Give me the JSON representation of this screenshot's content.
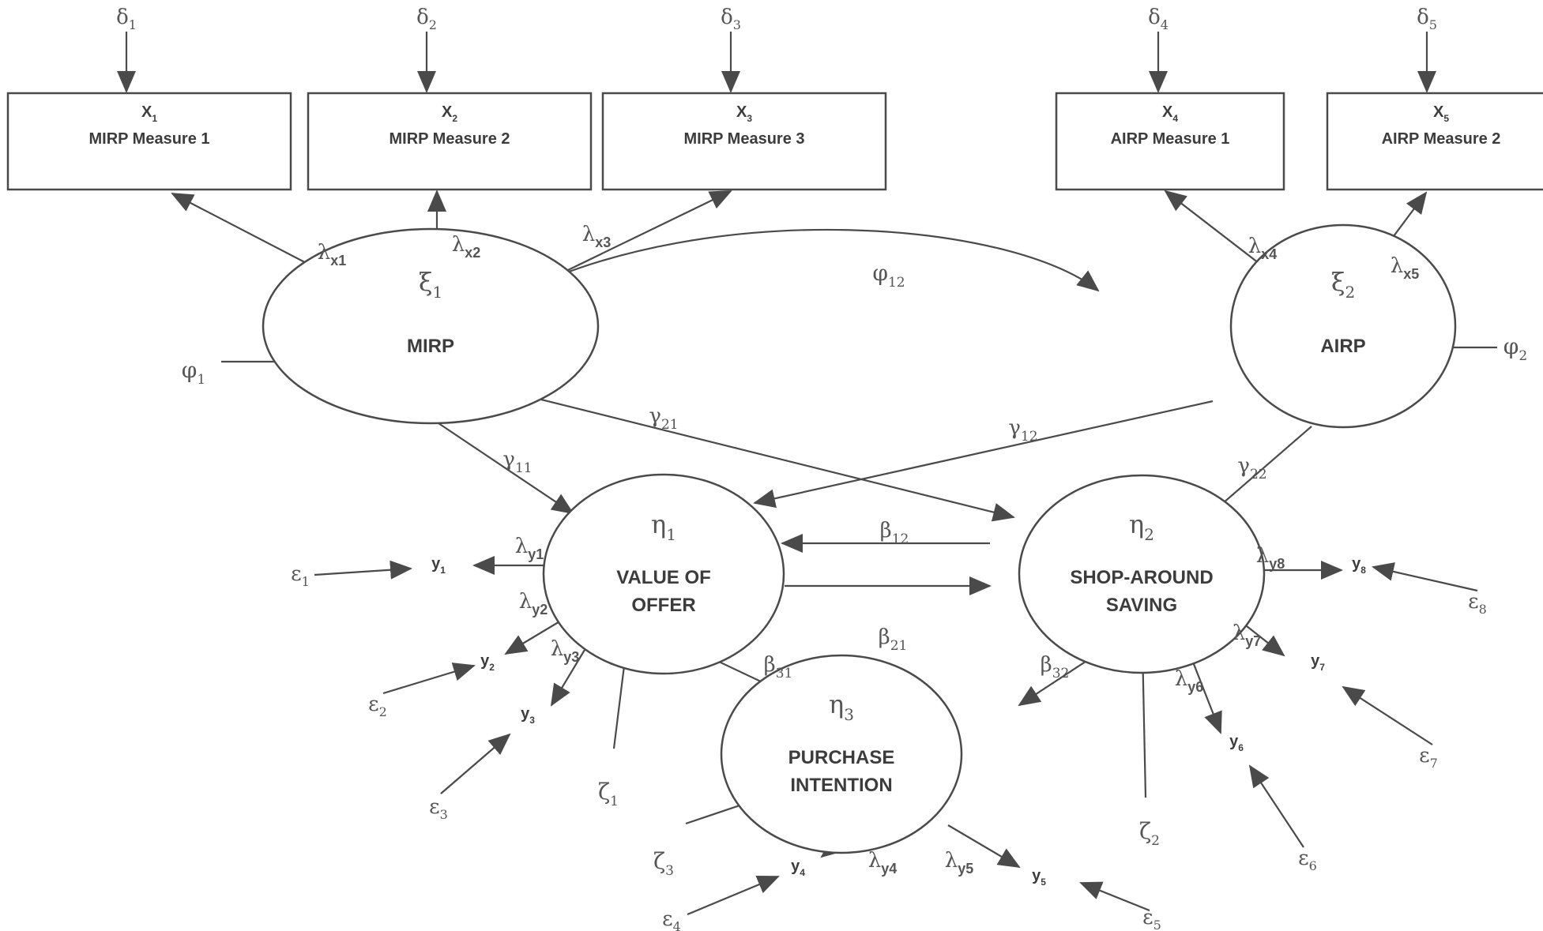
{
  "diagram": {
    "type": "structural-equation-model",
    "colors": {
      "stroke": "#4a4a4a",
      "text": "#3c3c3c",
      "greek": "#555555",
      "background": "#ffffff"
    },
    "measures_x": [
      {
        "id": "x1",
        "var": "X",
        "sub": "1",
        "label": "MIRP Measure 1",
        "error": {
          "sym": "δ",
          "sub": "1"
        }
      },
      {
        "id": "x2",
        "var": "X",
        "sub": "2",
        "label": "MIRP Measure 2",
        "error": {
          "sym": "δ",
          "sub": "2"
        }
      },
      {
        "id": "x3",
        "var": "X",
        "sub": "3",
        "label": "MIRP Measure 3",
        "error": {
          "sym": "δ",
          "sub": "3"
        }
      },
      {
        "id": "x4",
        "var": "X",
        "sub": "4",
        "label": "AIRP Measure 1",
        "error": {
          "sym": "δ",
          "sub": "4"
        }
      },
      {
        "id": "x5",
        "var": "X",
        "sub": "5",
        "label": "AIRP Measure 2",
        "error": {
          "sym": "δ",
          "sub": "5"
        }
      }
    ],
    "latents": [
      {
        "id": "xi1",
        "sym": "ξ",
        "sub": "1",
        "lines": [
          "MIRP"
        ],
        "disturbance": {
          "sym": "φ",
          "sub": "1"
        }
      },
      {
        "id": "xi2",
        "sym": "ξ",
        "sub": "2",
        "lines": [
          "AIRP"
        ],
        "disturbance": {
          "sym": "φ",
          "sub": "2"
        }
      },
      {
        "id": "eta1",
        "sym": "η",
        "sub": "1",
        "lines": [
          "VALUE OF",
          "OFFER"
        ],
        "disturbance": {
          "sym": "ζ",
          "sub": "1"
        }
      },
      {
        "id": "eta2",
        "sym": "η",
        "sub": "2",
        "lines": [
          "SHOP-AROUND",
          "SAVING"
        ],
        "disturbance": {
          "sym": "ζ",
          "sub": "2"
        }
      },
      {
        "id": "eta3",
        "sym": "η",
        "sub": "3",
        "lines": [
          "PURCHASE",
          "INTENTION"
        ],
        "disturbance": {
          "sym": "ζ",
          "sub": "3"
        }
      }
    ],
    "indicators_y": [
      {
        "id": "y1",
        "var": "y",
        "sub": "1",
        "error": {
          "sym": "ε",
          "sub": "1"
        }
      },
      {
        "id": "y2",
        "var": "y",
        "sub": "2",
        "error": {
          "sym": "ε",
          "sub": "2"
        }
      },
      {
        "id": "y3",
        "var": "y",
        "sub": "3",
        "error": {
          "sym": "ε",
          "sub": "3"
        }
      },
      {
        "id": "y4",
        "var": "y",
        "sub": "4",
        "error": {
          "sym": "ε",
          "sub": "4"
        }
      },
      {
        "id": "y5",
        "var": "y",
        "sub": "5",
        "error": {
          "sym": "ε",
          "sub": "5"
        }
      },
      {
        "id": "y6",
        "var": "y",
        "sub": "6",
        "error": {
          "sym": "ε",
          "sub": "6"
        }
      },
      {
        "id": "y7",
        "var": "y",
        "sub": "7",
        "error": {
          "sym": "ε",
          "sub": "7"
        }
      },
      {
        "id": "y8",
        "var": "y",
        "sub": "8",
        "error": {
          "sym": "ε",
          "sub": "8"
        }
      }
    ],
    "paths": [
      {
        "from": "xi1",
        "to": "x1",
        "sym": "λ",
        "sub": "x1"
      },
      {
        "from": "xi1",
        "to": "x2",
        "sym": "λ",
        "sub": "x2"
      },
      {
        "from": "xi1",
        "to": "x3",
        "sym": "λ",
        "sub": "x3"
      },
      {
        "from": "xi2",
        "to": "x4",
        "sym": "λ",
        "sub": "x4"
      },
      {
        "from": "xi2",
        "to": "x5",
        "sym": "λ",
        "sub": "x5"
      },
      {
        "from": "xi1",
        "to": "xi2",
        "sym": "φ",
        "sub": "12",
        "kind": "covariance"
      },
      {
        "from": "xi1",
        "to": "eta1",
        "sym": "γ",
        "sub": "11"
      },
      {
        "from": "xi1",
        "to": "eta2",
        "sym": "γ",
        "sub": "21"
      },
      {
        "from": "xi2",
        "to": "eta1",
        "sym": "γ",
        "sub": "12"
      },
      {
        "from": "xi2",
        "to": "eta2",
        "sym": "γ",
        "sub": "22"
      },
      {
        "from": "eta2",
        "to": "eta1",
        "sym": "β",
        "sub": "12"
      },
      {
        "from": "eta1",
        "to": "eta2",
        "sym": "β",
        "sub": "21"
      },
      {
        "from": "eta1",
        "to": "eta3",
        "sym": "β",
        "sub": "31"
      },
      {
        "from": "eta2",
        "to": "eta3",
        "sym": "β",
        "sub": "32"
      },
      {
        "from": "eta1",
        "to": "y1",
        "sym": "λ",
        "sub": "y1"
      },
      {
        "from": "eta1",
        "to": "y2",
        "sym": "λ",
        "sub": "y2"
      },
      {
        "from": "eta1",
        "to": "y3",
        "sym": "λ",
        "sub": "y3"
      },
      {
        "from": "eta3",
        "to": "y4",
        "sym": "λ",
        "sub": "y4"
      },
      {
        "from": "eta3",
        "to": "y5",
        "sym": "λ",
        "sub": "y5"
      },
      {
        "from": "eta2",
        "to": "y6",
        "sym": "λ",
        "sub": "y6"
      },
      {
        "from": "eta2",
        "to": "y7",
        "sym": "λ",
        "sub": "y7"
      },
      {
        "from": "eta2",
        "to": "y8",
        "sym": "λ",
        "sub": "y8"
      }
    ]
  }
}
